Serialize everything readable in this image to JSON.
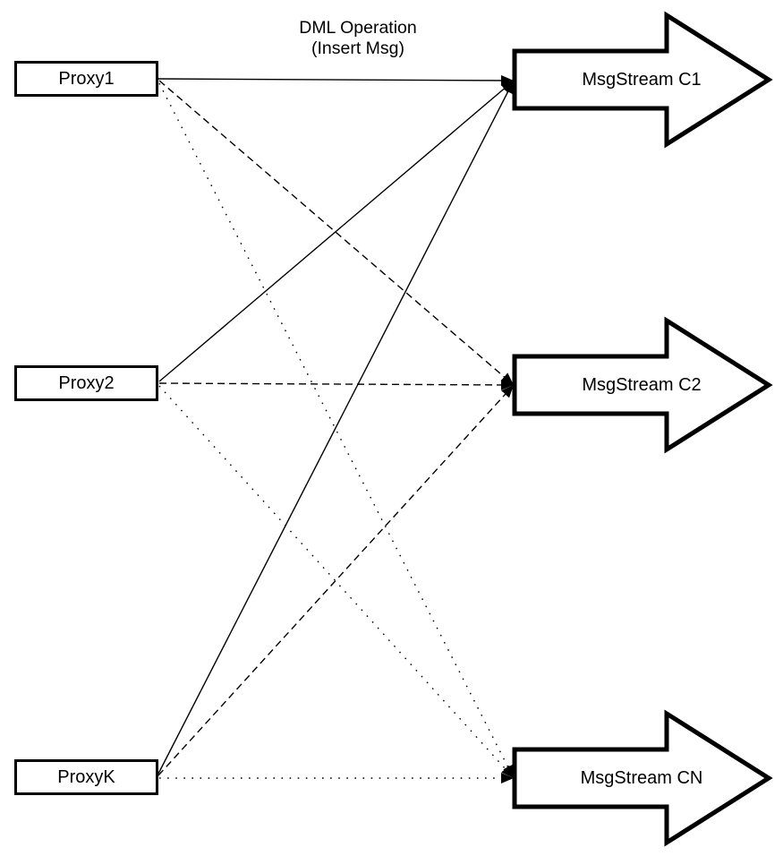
{
  "title": {
    "line1": "DML Operation",
    "line2": "(Insert Msg)"
  },
  "proxies": [
    {
      "id": "proxy1",
      "label": "Proxy1"
    },
    {
      "id": "proxy2",
      "label": "Proxy2"
    },
    {
      "id": "proxyk",
      "label": "ProxyK"
    }
  ],
  "streams": [
    {
      "id": "c1",
      "label": "MsgStream C1"
    },
    {
      "id": "c2",
      "label": "MsgStream C2"
    },
    {
      "id": "cn",
      "label": "MsgStream CN"
    }
  ],
  "connections": [
    {
      "from": "Proxy1",
      "to": "MsgStream C1",
      "style": "solid"
    },
    {
      "from": "Proxy1",
      "to": "MsgStream C2",
      "style": "dashed"
    },
    {
      "from": "Proxy1",
      "to": "MsgStream CN",
      "style": "dotted"
    },
    {
      "from": "Proxy2",
      "to": "MsgStream C1",
      "style": "solid"
    },
    {
      "from": "Proxy2",
      "to": "MsgStream C2",
      "style": "dashed"
    },
    {
      "from": "Proxy2",
      "to": "MsgStream CN",
      "style": "dotted"
    },
    {
      "from": "ProxyK",
      "to": "MsgStream C1",
      "style": "solid"
    },
    {
      "from": "ProxyK",
      "to": "MsgStream C2",
      "style": "dashed"
    },
    {
      "from": "ProxyK",
      "to": "MsgStream CN",
      "style": "dotted"
    }
  ],
  "colors": {
    "stroke": "#000000",
    "background": "#ffffff"
  }
}
